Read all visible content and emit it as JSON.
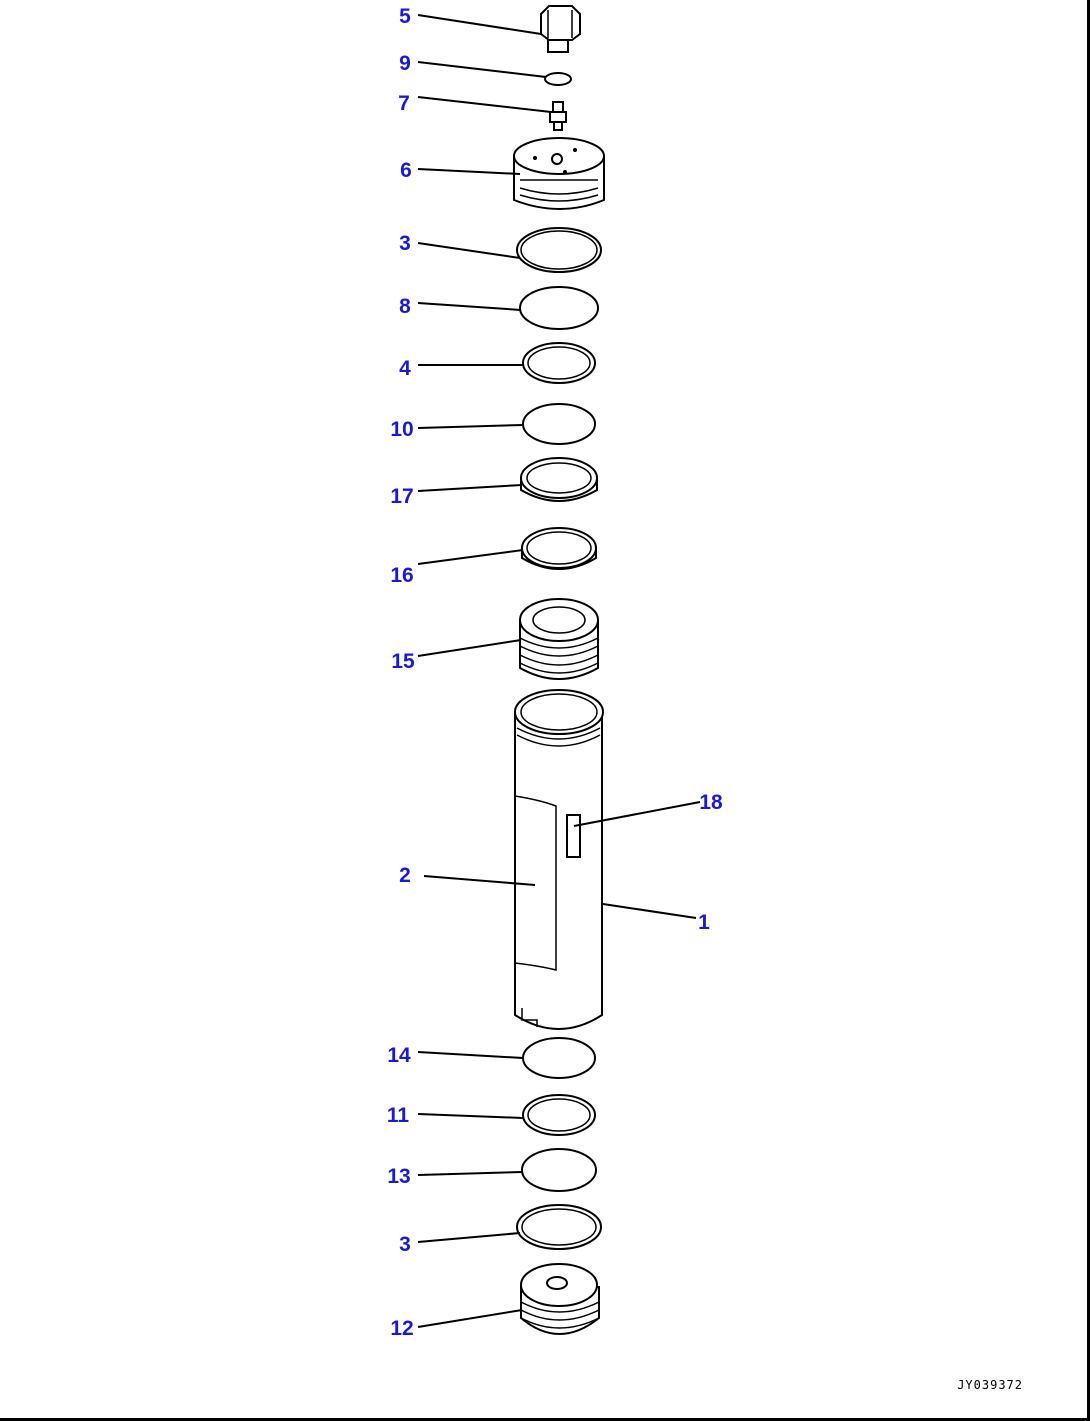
{
  "diagram": {
    "title": "",
    "drawing_id": "JY039372",
    "callouts": [
      "5",
      "9",
      "7",
      "6",
      "3",
      "8",
      "4",
      "10",
      "17",
      "16",
      "15",
      "18",
      "2",
      "1",
      "14",
      "11",
      "13",
      "3",
      "12"
    ]
  }
}
